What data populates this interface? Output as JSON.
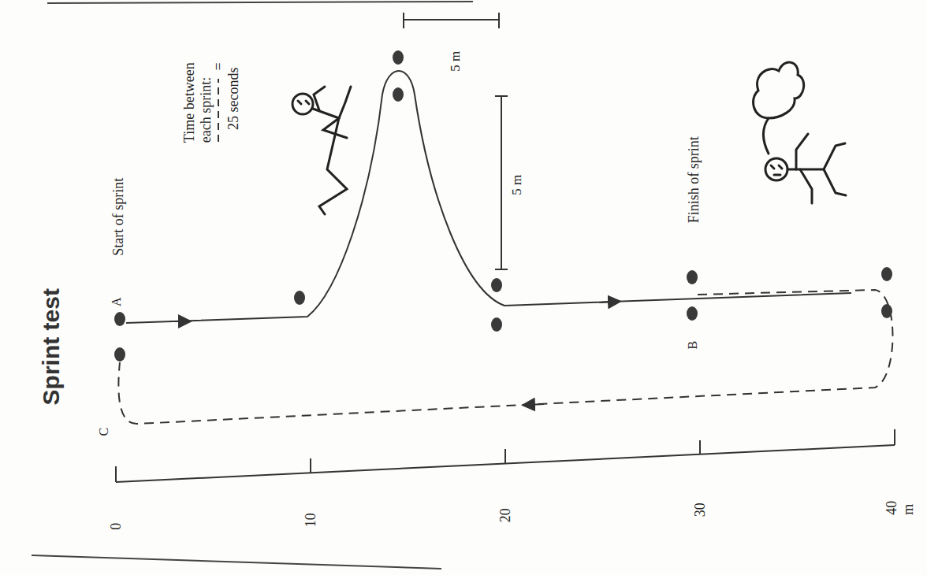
{
  "diagram": {
    "title": "Sprint test",
    "labels": [
      "Start of sprint",
      "A",
      "C",
      "Time between each sprint:",
      "=",
      "25 seconds",
      "5 m",
      "5 m",
      "Finish of sprint",
      "B",
      "0",
      "10",
      "20",
      "30",
      "40 m"
    ]
  }
}
